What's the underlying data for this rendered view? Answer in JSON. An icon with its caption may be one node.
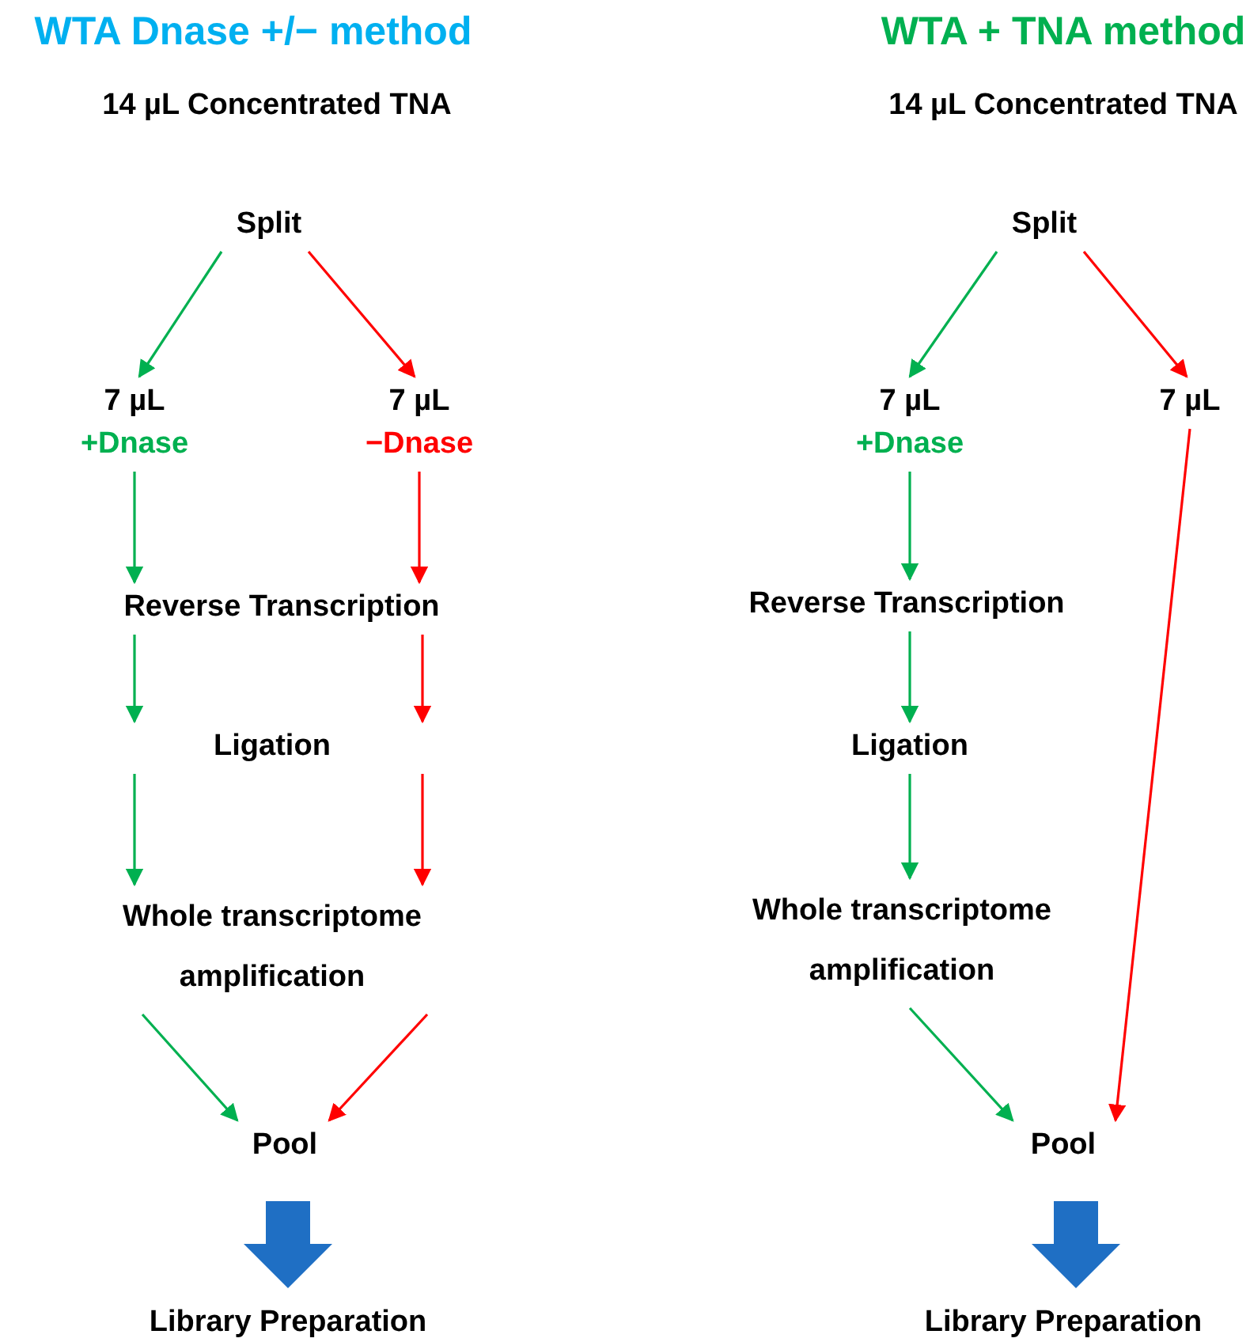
{
  "diagram": {
    "nodes": [
      {
        "text": [
          "Split"
        ]
      },
      {
        "text": [
          "7 µL",
          "+Dnase"
        ]
      },
      {
        "text": [
          "7 µL",
          "−Dnase"
        ]
      },
      {
        "text": [
          "Reverse Transcription"
        ]
      },
      {
        "text": [
          "Ligation"
        ]
      },
      {
        "text": [
          "Whole transcriptome amplification"
        ]
      },
      {
        "text": [
          "Pool"
        ]
      },
      {
        "text": [
          "Library Preparation"
        ]
      },
      {
        "text": [
          "Split"
        ]
      },
      {
        "text": [
          "7 µL",
          "+Dnase"
        ]
      },
      {
        "text": [
          "7 µL"
        ]
      },
      {
        "text": [
          "Reverse Transcription"
        ]
      },
      {
        "text": [
          "Ligation"
        ]
      },
      {
        "text": [
          "Whole transcriptome amplification"
        ]
      },
      {
        "text": [
          "Pool"
        ]
      },
      {
        "text": [
          "Library Preparation"
        ]
      }
    ],
    "edges": [
      {
        "from": 0,
        "to": 1,
        "arrow": "to"
      },
      {
        "from": 0,
        "to": 2,
        "arrow": "to",
        "color": "#ff0000"
      },
      {
        "from": 1,
        "to": 3,
        "arrow": "to"
      },
      {
        "from": 2,
        "to": 3,
        "arrow": "to",
        "color": "#ff0000"
      },
      {
        "from": 3,
        "to": 4,
        "arrow": "to"
      },
      {
        "from": 3,
        "to": 4,
        "arrow": "to",
        "color": "#ff0000"
      },
      {
        "from": 4,
        "to": 5,
        "arrow": "to"
      },
      {
        "from": 4,
        "to": 5,
        "arrow": "to",
        "color": "#ff0000"
      },
      {
        "from": 5,
        "to": 6,
        "arrow": "to"
      },
      {
        "from": 5,
        "to": 6,
        "arrow": "to",
        "color": "#ff0000"
      },
      {
        "from": 6,
        "to": 7,
        "arrow": "to",
        "style": "thick",
        "color": "#1f6fc4"
      },
      {
        "from": 8,
        "to": 9,
        "arrow": "to"
      },
      {
        "from": 8,
        "to": 10,
        "arrow": "to",
        "color": "#ff0000"
      },
      {
        "from": 9,
        "to": 11,
        "arrow": "to"
      },
      {
        "from": 11,
        "to": 12,
        "arrow": "to"
      },
      {
        "from": 12,
        "to": 13,
        "arrow": "to"
      },
      {
        "from": 13,
        "to": 14,
        "arrow": "to"
      },
      {
        "from": 10,
        "to": 14,
        "arrow": "to",
        "color": "#ff0000"
      },
      {
        "from": 14,
        "to": 15,
        "arrow": "to",
        "style": "thick",
        "color": "#1f6fc4"
      }
    ],
    "labels": [
      "WTA Dnase +/− method",
      "14 µL Concentrated TNA",
      "WTA + TNA method",
      "14 µL Concentrated TNA"
    ]
  }
}
